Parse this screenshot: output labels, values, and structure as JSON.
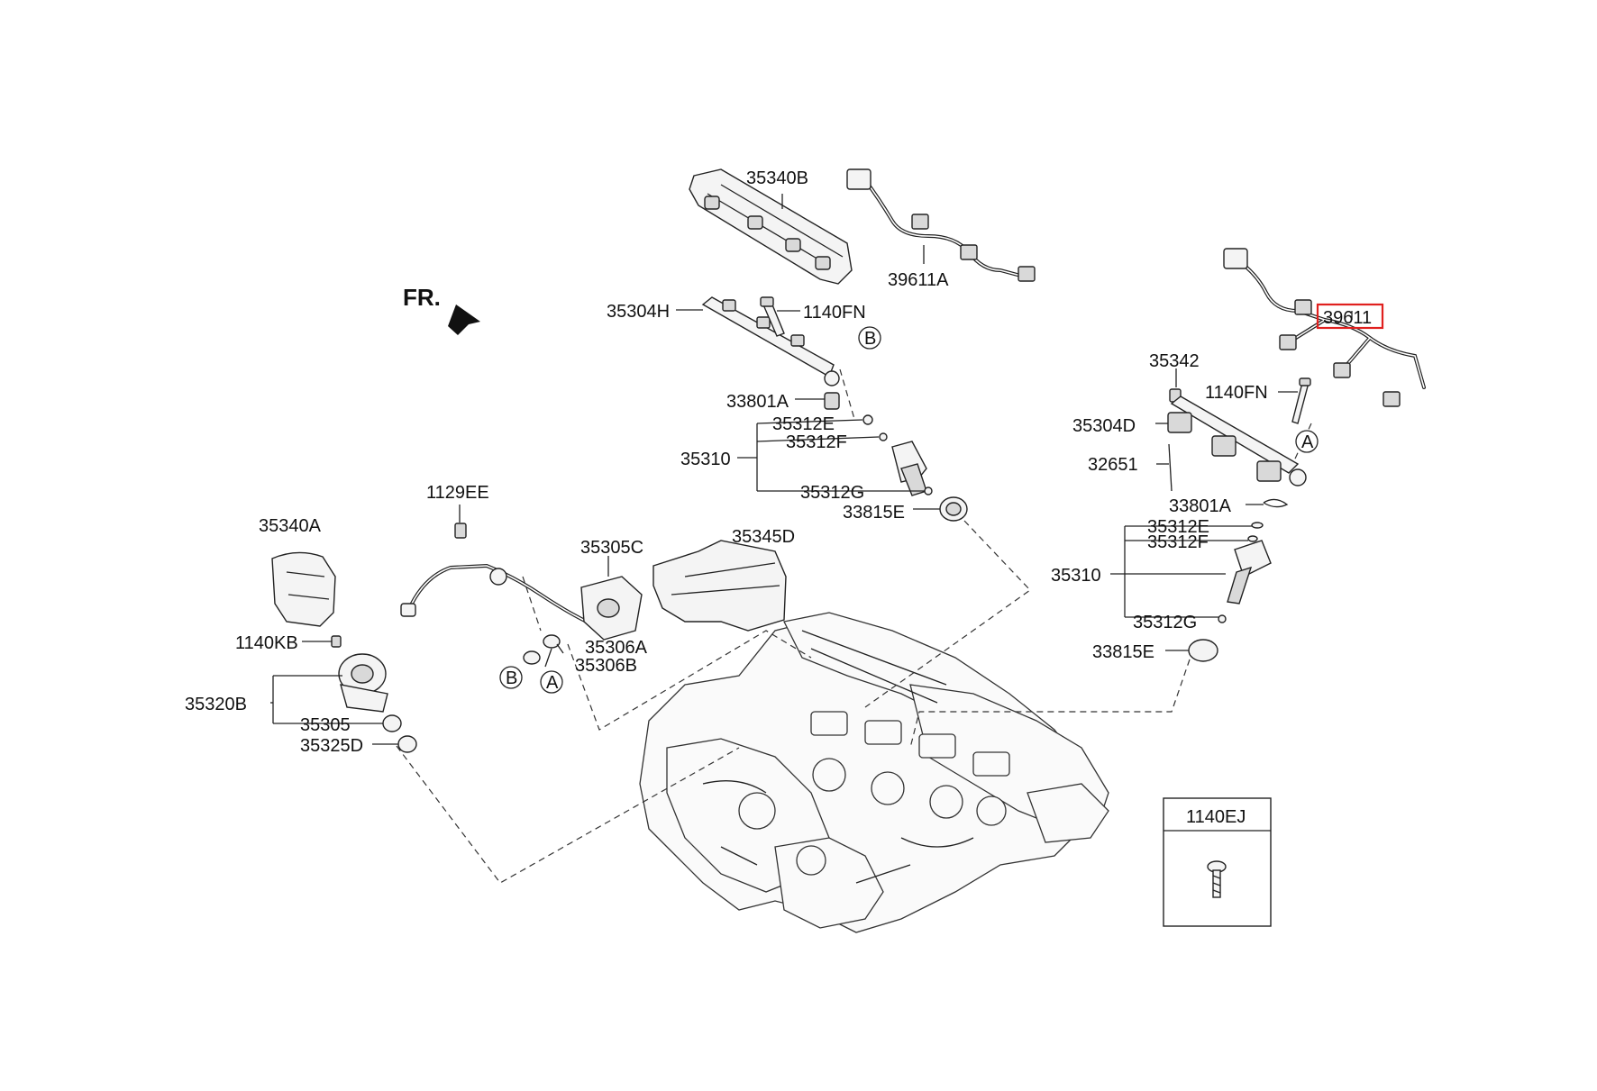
{
  "diagram": {
    "front_marker": "FR.",
    "highlight_color": "#e0201e",
    "labels": {
      "p35340B": "35340B",
      "p39611A": "39611A",
      "p39611": "39611",
      "p35304H": "35304H",
      "p1140FN_left": "1140FN",
      "p33801A_left": "33801A",
      "p35312E_left": "35312E",
      "p35312F_left": "35312F",
      "p35310_left": "35310",
      "p35312G_left": "35312G",
      "p33815E_left": "33815E",
      "p35342": "35342",
      "p1140FN_right": "1140FN",
      "p35304D": "35304D",
      "p32651": "32651",
      "p33801A_right": "33801A",
      "p35312E_right": "35312E",
      "p35312F_right": "35312F",
      "p35310_right": "35310",
      "p35312G_right": "35312G",
      "p33815E_right": "33815E",
      "p1129EE": "1129EE",
      "p35340A": "35340A",
      "p35305C": "35305C",
      "p35345D": "35345D",
      "p1140KB": "1140KB",
      "p35306A": "35306A",
      "p35306B": "35306B",
      "p35320B": "35320B",
      "p35305": "35305",
      "p35325D": "35325D",
      "p1140EJ": "1140EJ"
    },
    "callouts": {
      "a_right": "A",
      "b_top": "B",
      "b_bottom": "B",
      "a_bottom": "A"
    }
  }
}
